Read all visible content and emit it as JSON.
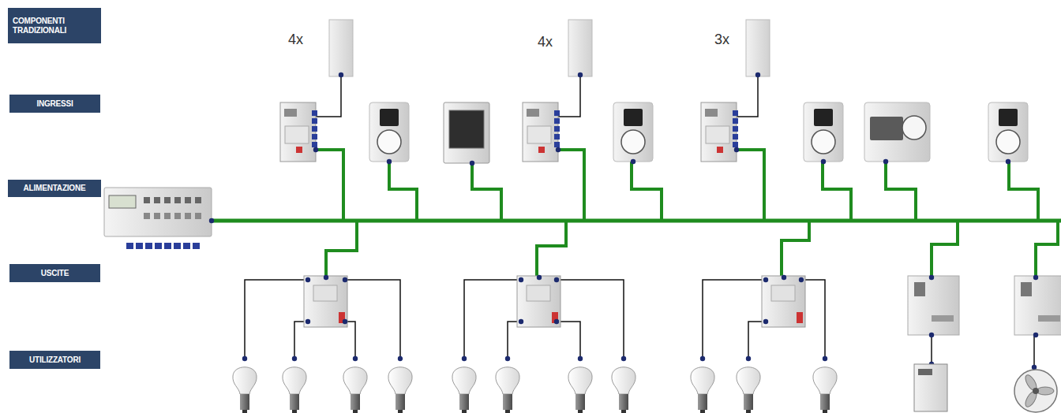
{
  "diagram": {
    "nodes": [
      {
        "text": [
          "COMPONENTI TRADIZIONALI"
        ]
      },
      {
        "text": [
          "INGRESSI"
        ]
      },
      {
        "text": [
          "ALIMENTAZIONE"
        ]
      },
      {
        "text": [
          "USCITE"
        ]
      },
      {
        "text": [
          "UTILIZZATORI"
        ]
      }
    ],
    "labels": [
      "4x",
      "4x",
      "3x"
    ]
  }
}
